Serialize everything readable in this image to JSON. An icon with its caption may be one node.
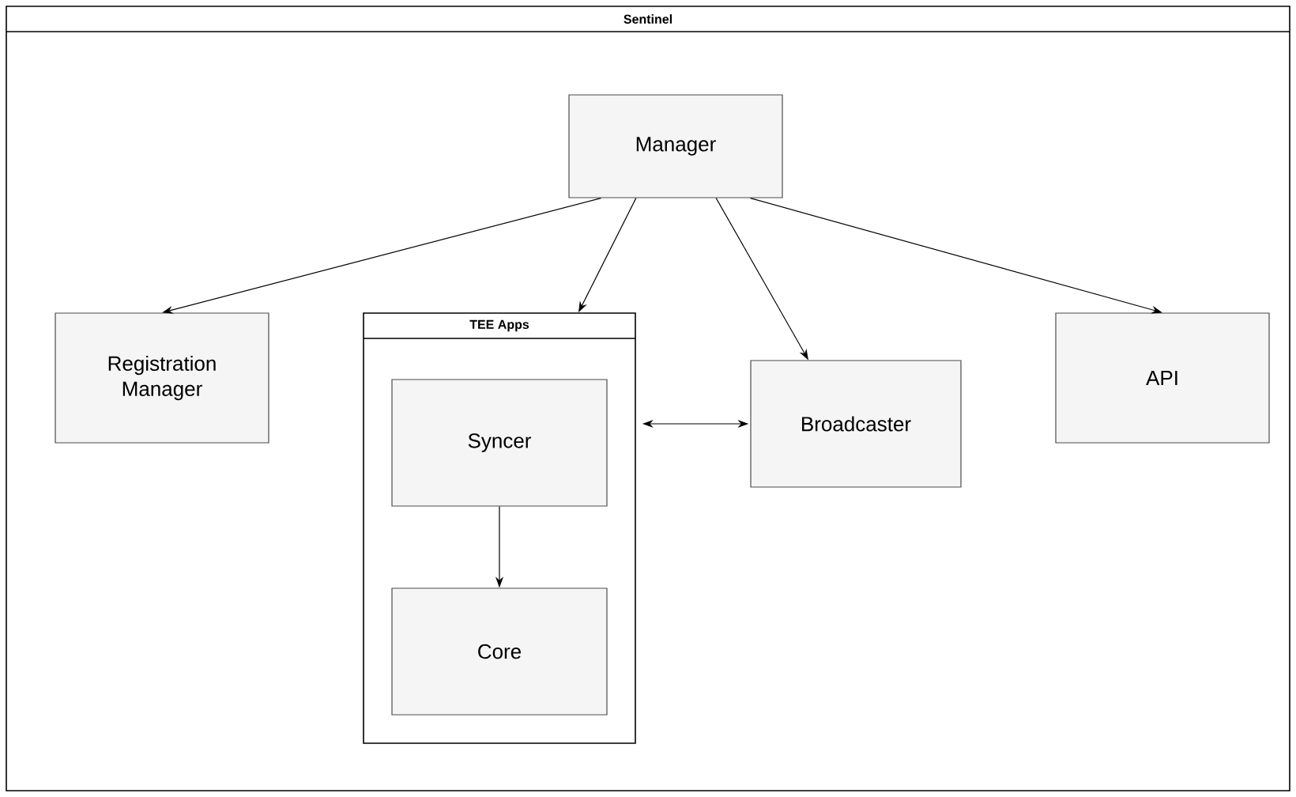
{
  "diagram": {
    "nodes": [
      {
        "text": [
          "Sentinel"
        ]
      },
      {
        "text": [
          "Manager"
        ],
        "in": 0
      },
      {
        "text": [
          "Registration Manager"
        ],
        "in": 0
      },
      {
        "text": [
          "TEE Apps"
        ],
        "in": 0
      },
      {
        "text": [
          "Syncer"
        ],
        "in": 3
      },
      {
        "text": [
          "Core"
        ],
        "in": 3
      },
      {
        "text": [
          "Broadcaster"
        ],
        "in": 0
      },
      {
        "text": [
          "API"
        ],
        "in": 0
      }
    ],
    "edges": [
      {
        "from": 1,
        "to": 2,
        "arrow": "to"
      },
      {
        "from": 1,
        "to": 3,
        "arrow": "to"
      },
      {
        "from": 1,
        "to": 6,
        "arrow": "to"
      },
      {
        "from": 1,
        "to": 7,
        "arrow": "to"
      },
      {
        "from": 3,
        "to": 6,
        "arrow": "both"
      },
      {
        "from": 4,
        "to": 5,
        "arrow": "to"
      }
    ]
  }
}
